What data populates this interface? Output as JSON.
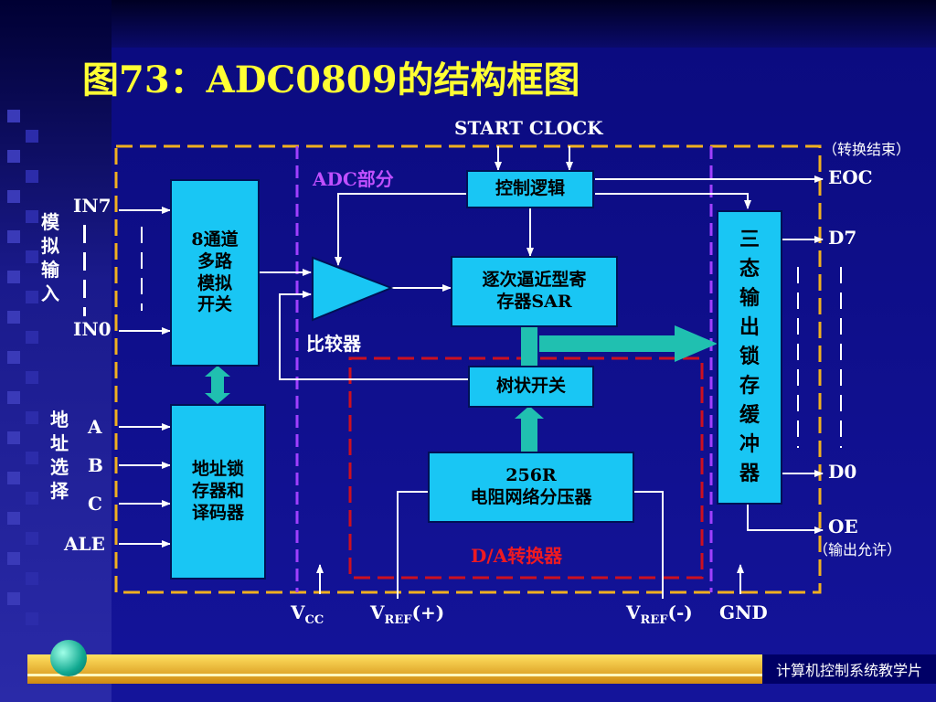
{
  "title": "图73：ADC0809的结构框图",
  "footer": "计算机控制系统教学片",
  "top_labels": {
    "start_clock": "START  CLOCK"
  },
  "sections": {
    "adc": "ADC部分",
    "da": "D/A转换器"
  },
  "boxes": {
    "mux": "8通道\n多路\n模拟\n开关",
    "latch": "地址锁\n存器和\n译码器",
    "control": "控制逻辑",
    "sar": "逐次逼近型寄\n存器SAR",
    "tree_switch": "树状开关",
    "resistor": "256R\n电阻网络分压器",
    "buffer": "三\n态\n输\n出\n锁\n存\n缓\n冲\n器"
  },
  "comparator": "比较器",
  "left": {
    "analog_input": "模拟输入",
    "in7": "IN7",
    "in0": "IN0",
    "address_select": "地址选择",
    "a": "A",
    "b": "B",
    "c": "C",
    "ale": "ALE"
  },
  "right": {
    "eoc_note": "（转换结束）",
    "eoc": "EOC",
    "d7": "D7",
    "d0": "D0",
    "oe": "OE",
    "oe_note": "（输出允许）"
  },
  "bottom": {
    "vcc_main": "V",
    "vcc_sub": "CC",
    "vref_plus_main": "V",
    "vref_plus_sub": "REF",
    "vref_plus_suffix": "(+)",
    "vref_minus_main": "V",
    "vref_minus_sub": "REF",
    "vref_minus_suffix": "(-)",
    "gnd": "GND"
  },
  "colors": {
    "background": "#0a0a7a",
    "box_fill": "#19c6f4",
    "title": "#ffff33",
    "outer_dash": "#f0b020",
    "adc_dash": "#a040ff",
    "da_dash": "#cc1020",
    "big_arrow": "#20c0b0"
  }
}
